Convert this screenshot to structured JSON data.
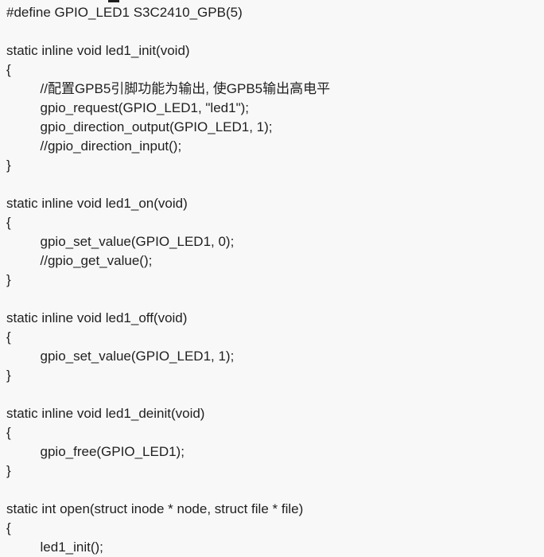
{
  "page": {
    "background_color": "#f8f8f8",
    "text_color": "#1f1f1f"
  },
  "code": {
    "lines": [
      "#define GPIO_LED1 S3C2410_GPB(5)",
      "",
      "static inline void led1_init(void)",
      "{",
      "         //配置GPB5引脚功能为输出, 使GPB5输出高电平",
      "         gpio_request(GPIO_LED1, \"led1\");",
      "         gpio_direction_output(GPIO_LED1, 1);",
      "         //gpio_direction_input();",
      "}",
      "",
      "static inline void led1_on(void)",
      "{",
      "         gpio_set_value(GPIO_LED1, 0);",
      "         //gpio_get_value();",
      "}",
      "",
      "static inline void led1_off(void)",
      "{",
      "         gpio_set_value(GPIO_LED1, 1);",
      "}",
      "",
      "static inline void led1_deinit(void)",
      "{",
      "         gpio_free(GPIO_LED1);",
      "}",
      "",
      "static int open(struct inode * node, struct file * file)",
      "{",
      "         led1_init();"
    ]
  },
  "artifact": {
    "clipped_underscore_from_cropped_line_above": true
  }
}
